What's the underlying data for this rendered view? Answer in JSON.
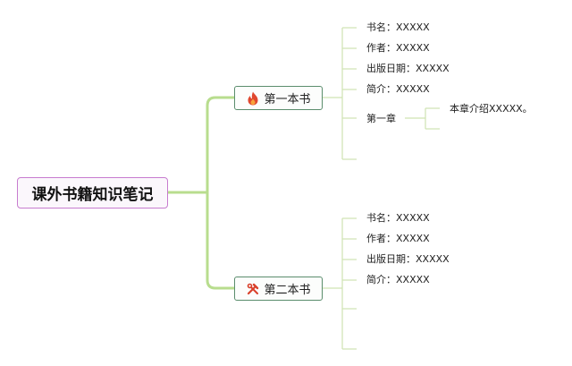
{
  "root": {
    "label": "课外书籍知识笔记"
  },
  "books": [
    {
      "label": "第一本书",
      "icon": "fire-icon",
      "icon_color": "#e0472f",
      "fields": [
        "书名：XXXXX",
        "作者：XXXXX",
        "出版日期：XXXXX",
        "简介：XXXXX"
      ],
      "chapter": {
        "label": "第一章",
        "intro": "本章介绍XXXXX。"
      }
    },
    {
      "label": "第二本书",
      "icon": "tools-icon",
      "icon_color": "#d9412c",
      "fields": [
        "书名：XXXXX",
        "作者：XXXXX",
        "出版日期：XXXXX",
        "简介：XXXXX"
      ]
    }
  ],
  "colors": {
    "main_branch": "#b8dd8e",
    "sub_branch": "#cfe3b2",
    "root_border": "#c77ccf",
    "book_border": "#5b8d6d"
  }
}
